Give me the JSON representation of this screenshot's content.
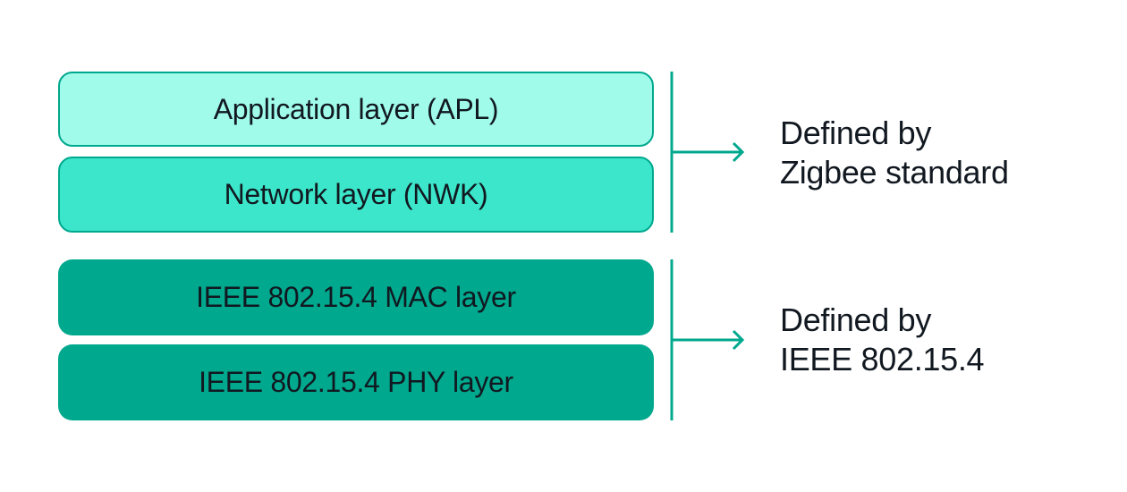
{
  "diagram": {
    "layers": [
      {
        "label": "Application layer (APL)",
        "group": "zigbee"
      },
      {
        "label": "Network layer (NWK)",
        "group": "zigbee"
      },
      {
        "label": "IEEE 802.15.4 MAC layer",
        "group": "ieee"
      },
      {
        "label": "IEEE 802.15.4 PHY layer",
        "group": "ieee"
      }
    ],
    "groups": {
      "zigbee": {
        "line1": "Defined by",
        "line2": "Zigbee standard"
      },
      "ieee": {
        "line1": "Defined by",
        "line2": "IEEE 802.15.4"
      }
    },
    "colors": {
      "apl_fill": "#a0fbeb",
      "nwk_fill": "#3ce6ca",
      "ieee_fill": "#00a88e",
      "accent": "#00a88e",
      "text": "#111820"
    }
  }
}
